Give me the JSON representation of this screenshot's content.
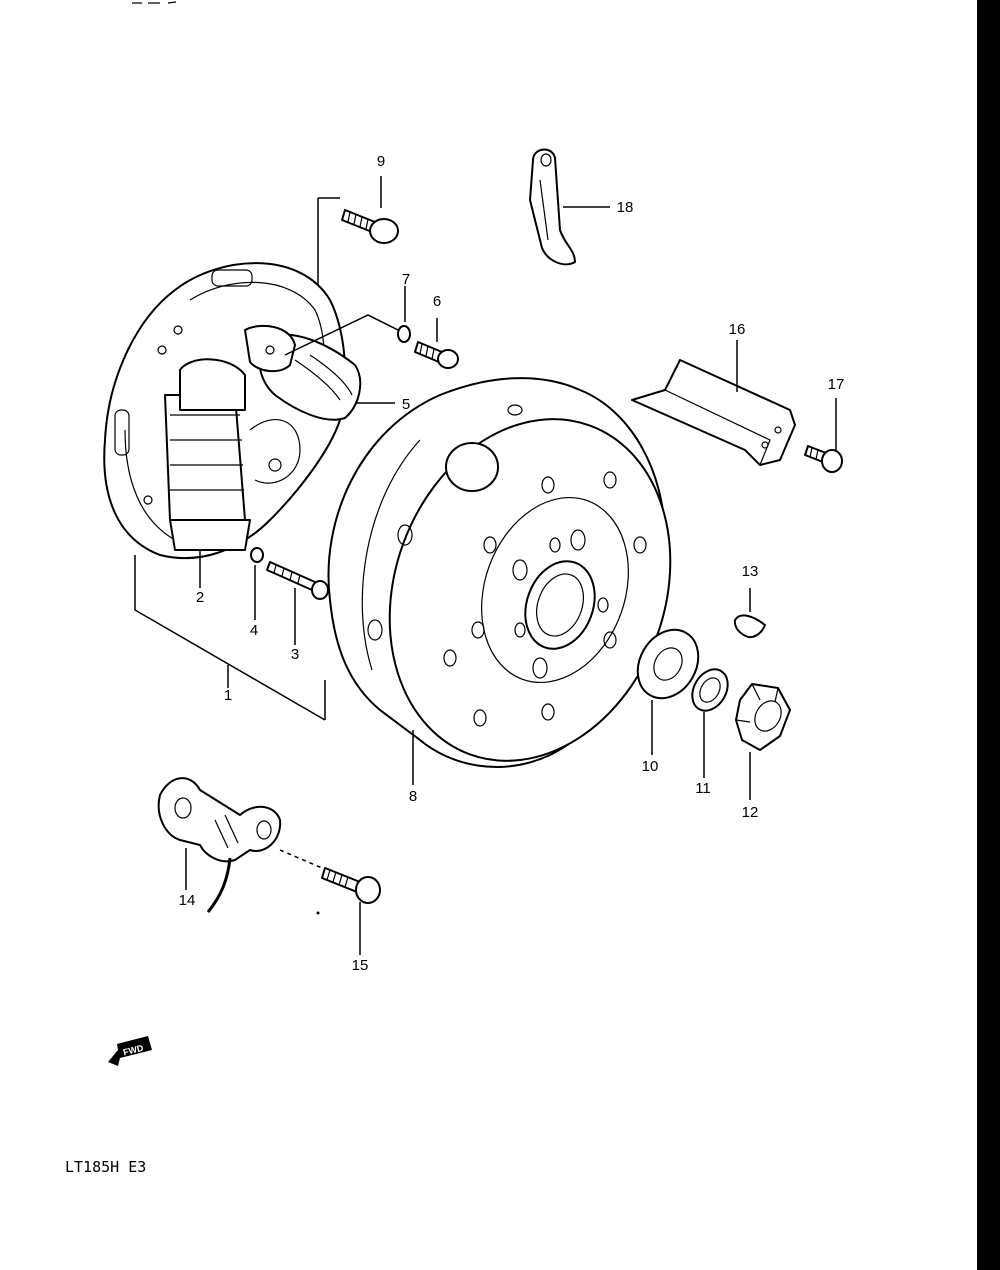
{
  "diagram": {
    "model_code": "LT185H E3",
    "fwd_label": "FWD",
    "callouts": [
      {
        "id": "1",
        "label": "1"
      },
      {
        "id": "2",
        "label": "2"
      },
      {
        "id": "3",
        "label": "3"
      },
      {
        "id": "4",
        "label": "4"
      },
      {
        "id": "5",
        "label": "5"
      },
      {
        "id": "6",
        "label": "6"
      },
      {
        "id": "7",
        "label": "7"
      },
      {
        "id": "8",
        "label": "8"
      },
      {
        "id": "9",
        "label": "9"
      },
      {
        "id": "10",
        "label": "10"
      },
      {
        "id": "11",
        "label": "11"
      },
      {
        "id": "12",
        "label": "12"
      },
      {
        "id": "13",
        "label": "13"
      },
      {
        "id": "14",
        "label": "14"
      },
      {
        "id": "15",
        "label": "15"
      },
      {
        "id": "16",
        "label": "16"
      },
      {
        "id": "17",
        "label": "17"
      },
      {
        "id": "18",
        "label": "18"
      }
    ]
  }
}
